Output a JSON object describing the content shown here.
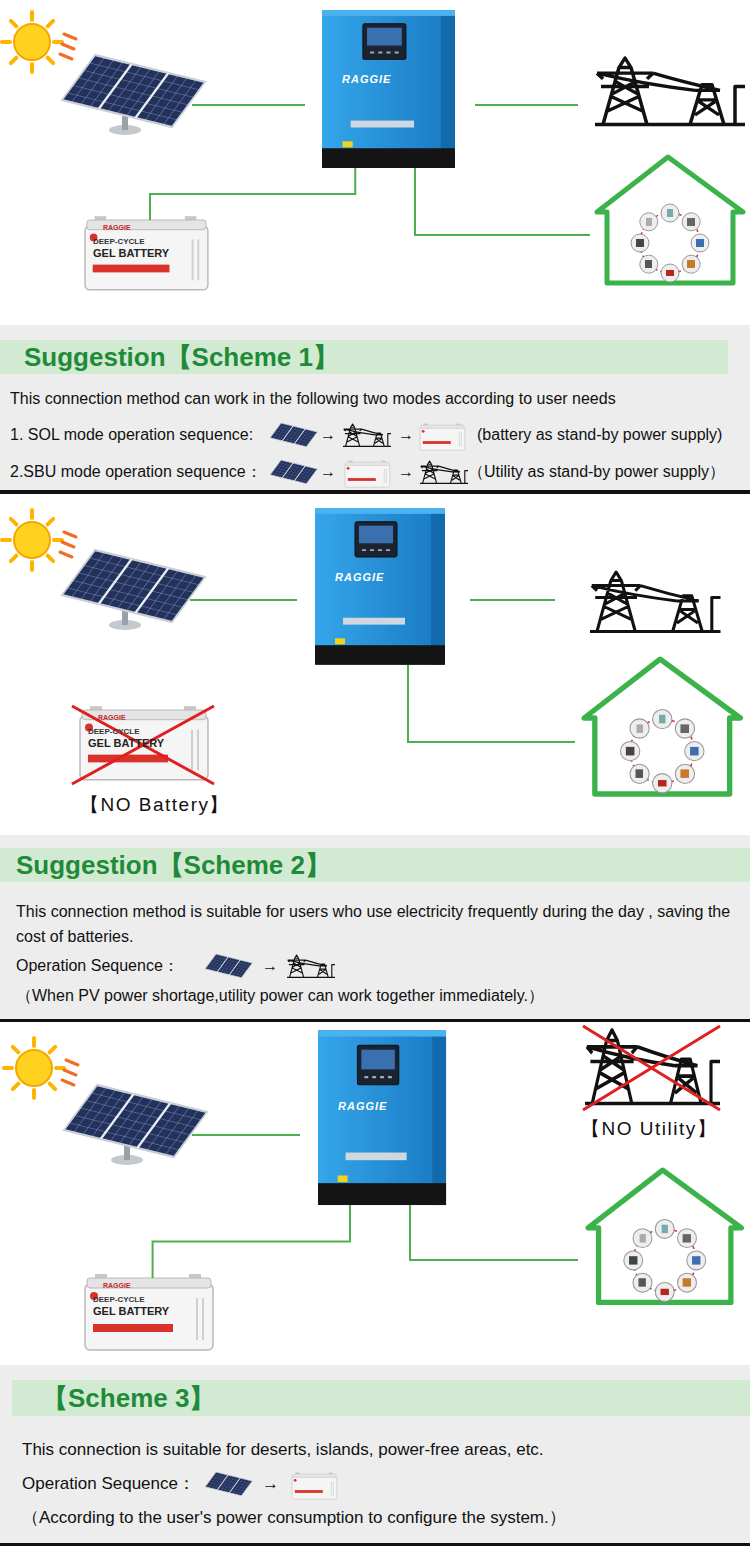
{
  "diagram": {
    "nodes": [
      {
        "text": [
          "RAGGIE"
        ]
      },
      {
        "text": [
          "RAGGIE",
          "DEEP-CYCLE",
          "GEL BATTERY"
        ]
      },
      {
        "text": [
          "Suggestion【Scheme 1】"
        ]
      },
      {
        "text": [
          "RAGGIE"
        ]
      },
      {
        "text": [
          "RAGGIE",
          "DEEP-CYCLE",
          "GEL BATTERY",
          "【NO Battery】"
        ]
      },
      {
        "text": [
          "Suggestion【Scheme 2】"
        ]
      },
      {
        "text": [
          "RAGGIE"
        ]
      },
      {
        "text": [
          "【NO Utility】"
        ]
      },
      {
        "text": [
          "RAGGIE",
          "DEEP-CYCLE",
          "GEL BATTERY"
        ]
      },
      {
        "text": [
          "【Scheme 3】"
        ]
      }
    ],
    "edges": [
      {
        "from": 0,
        "to": 1,
        "arrow": "none"
      },
      {
        "from": 6,
        "to": 8,
        "arrow": "none"
      }
    ],
    "labels": [
      "This connection method can work in the following two modes according to user needs",
      "1. SOL mode operation sequence:",
      "→",
      "→",
      "(battery as stand-by power supply)",
      "2.SBU mode operation sequence：",
      "→",
      "→",
      "（Utility as stand-by power supply）",
      "This connection method is suitable for users who use electricity frequently during the day , saving the cost of batteries.",
      "Operation Sequence：",
      "→",
      "（When PV power shortage,utility power can work together immediately.）",
      "This connection is suitable for deserts, islands, power-free areas, etc.",
      "Operation Sequence：",
      "→",
      "（According to the user's power consumption to configure the system.）"
    ]
  }
}
